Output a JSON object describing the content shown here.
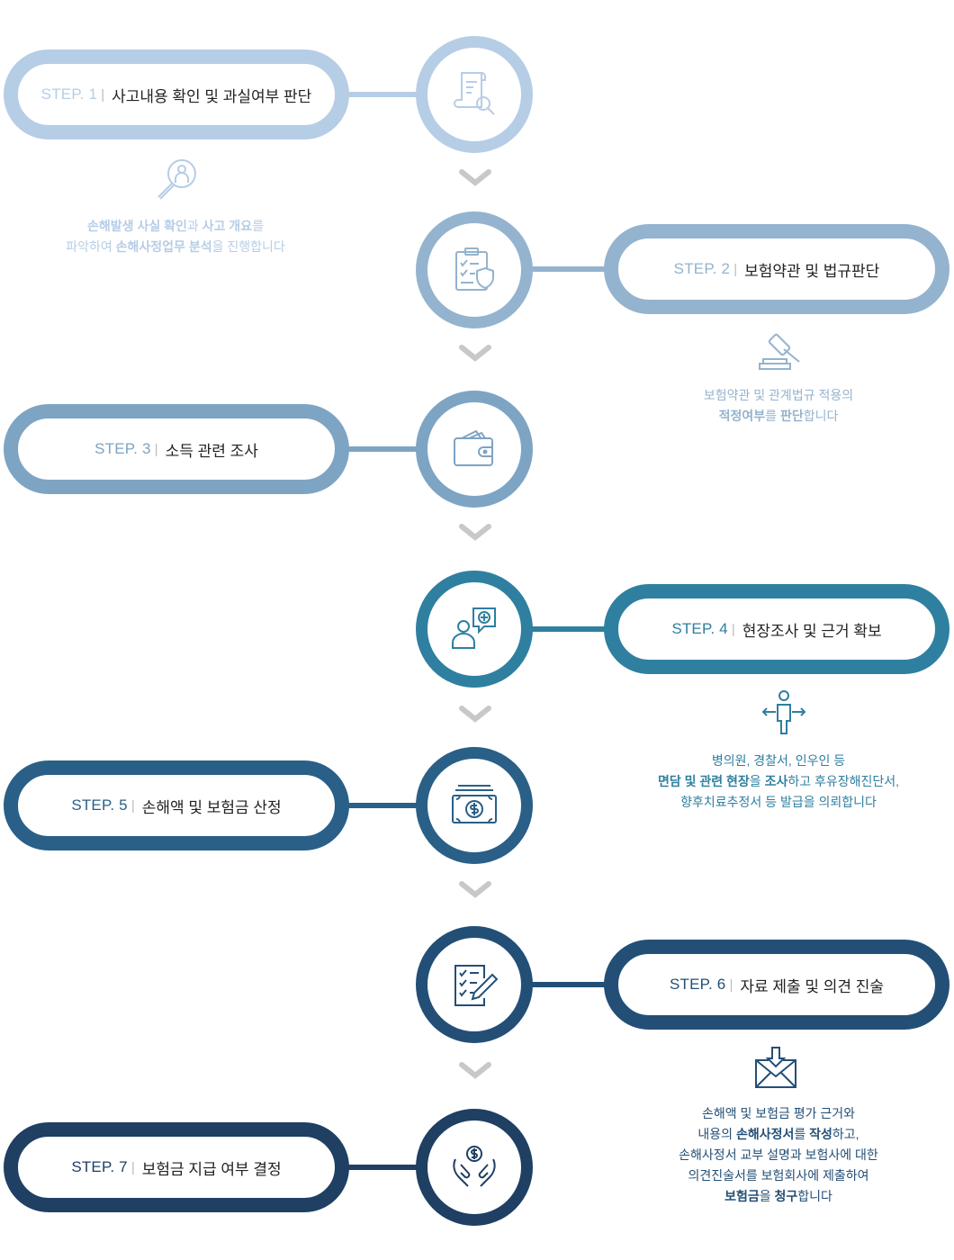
{
  "colors": {
    "s1": "#b6cde6",
    "s2": "#94b3ce",
    "s3": "#7ea4c3",
    "s4": "#2f7fa0",
    "s5": "#2a5f87",
    "s6": "#234f76",
    "s7": "#1f3f63",
    "chevron": "#c8c8c8"
  },
  "steps": [
    {
      "step": "STEP. 1",
      "sep": "|",
      "title": "사고내용 확인 및 과실여부 판단",
      "icon": "document-search-icon"
    },
    {
      "step": "STEP. 2",
      "sep": "|",
      "title": "보험약관 및 법규판단",
      "icon": "clipboard-shield-icon"
    },
    {
      "step": "STEP. 3",
      "sep": "|",
      "title": "소득 관련 조사",
      "icon": "wallet-icon"
    },
    {
      "step": "STEP. 4",
      "sep": "|",
      "title": "현장조사 및 근거 확보",
      "icon": "consultation-icon"
    },
    {
      "step": "STEP. 5",
      "sep": "|",
      "title": "손해액 및 보험금 산정",
      "icon": "money-bill-icon"
    },
    {
      "step": "STEP. 6",
      "sep": "|",
      "title": "자료 제출 및 의견 진술",
      "icon": "checklist-pen-icon"
    },
    {
      "step": "STEP. 7",
      "sep": "|",
      "title": "보험금 지급 여부 결정",
      "icon": "hands-coin-icon"
    }
  ],
  "descriptions": {
    "d1": {
      "icon": "magnifier-person-icon",
      "l1a": "손해발생 사실 확인",
      "l1b": "과 ",
      "l1c": "사고 개요",
      "l1d": "를",
      "l2a": "파악하여 ",
      "l2b": "손해사정업무 분석",
      "l2c": "을 진행합니다"
    },
    "d2": {
      "icon": "gavel-icon",
      "l1": "보험약관 및 관계법규 적용의",
      "l2a": "적정여부",
      "l2b": "를 ",
      "l2c": "판단",
      "l2d": "합니다"
    },
    "d4": {
      "icon": "person-arrows-icon",
      "l1": "병의원, 경찰서, 인우인 등",
      "l2a": "면담 및 관련 현장",
      "l2b": "을 ",
      "l2c": "조사",
      "l2d": "하고 후유장해진단서,",
      "l3": "향후치료추정서 등 발급을 의뢰합니다"
    },
    "d6": {
      "icon": "mail-download-icon",
      "l1": "손해액 및 보험금 평가 근거와",
      "l2a": "내용의 ",
      "l2b": "손해사정서",
      "l2c": "를 ",
      "l2d": "작성",
      "l2e": "하고,",
      "l3": "손해사정서 교부 설명과 보험사에 대한",
      "l4": "의견진술서를 보험회사에 제출하여",
      "l5a": "보험금",
      "l5b": "을 ",
      "l5c": "청구",
      "l5d": "합니다"
    }
  }
}
